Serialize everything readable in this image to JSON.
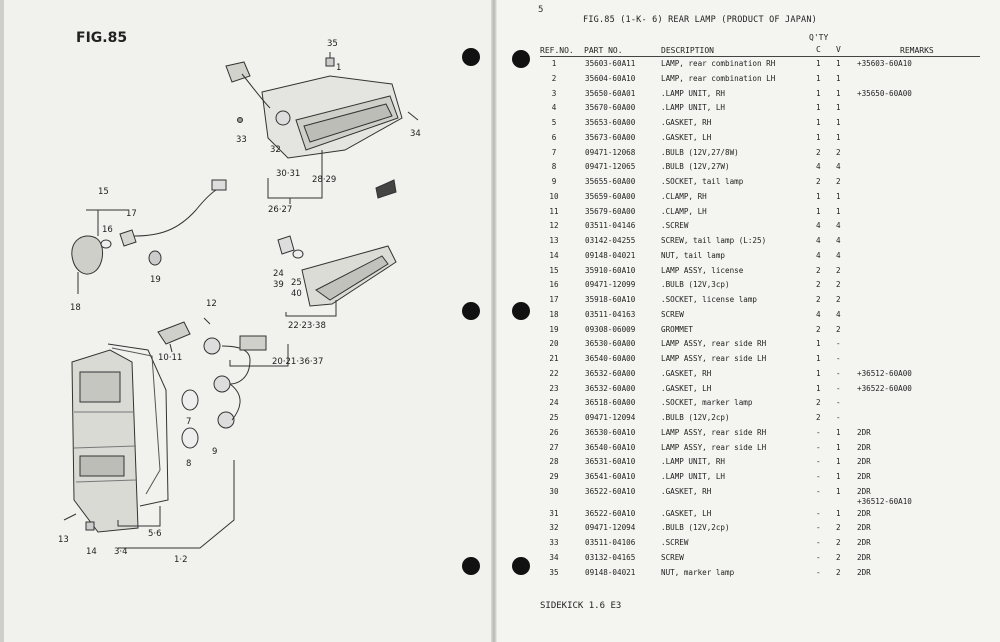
{
  "left_page": {
    "figure_label": "FIG.85",
    "callouts": [
      "35",
      "1",
      "33",
      "32",
      "30·31",
      "28·29",
      "34",
      "26·27",
      "15",
      "17",
      "16",
      "19",
      "18",
      "12",
      "24",
      "39",
      "25",
      "40",
      "22·23·38",
      "10·11",
      "20·21·36·37",
      "7",
      "9",
      "8",
      "13",
      "14",
      "3·4",
      "5·6",
      "1·2"
    ]
  },
  "right_page": {
    "page_number": "5",
    "title": "FIG.85 (1-K- 6) REAR LAMP (PRODUCT OF JAPAN)",
    "qty_label": "Q'TY",
    "qty_sub": [
      "C",
      "V"
    ],
    "columns": {
      "ref": "REF.NO.",
      "part": "PART NO.",
      "desc": "DESCRIPTION",
      "remarks": "REMARKS"
    },
    "rows": [
      {
        "ref": "1",
        "part": "35603-60A11",
        "desc": "LAMP, rear combination RH",
        "c": "1",
        "v": "1",
        "remarks": "+35603-60A10"
      },
      {
        "ref": "2",
        "part": "35604-60A10",
        "desc": "LAMP, rear combination LH",
        "c": "1",
        "v": "1",
        "remarks": ""
      },
      {
        "ref": "3",
        "part": "35650-60A01",
        "desc": ".LAMP UNIT, RH",
        "c": "1",
        "v": "1",
        "remarks": "+35650-60A00"
      },
      {
        "ref": "4",
        "part": "35670-60A00",
        "desc": ".LAMP UNIT, LH",
        "c": "1",
        "v": "1",
        "remarks": ""
      },
      {
        "ref": "5",
        "part": "35653-60A00",
        "desc": ".GASKET, RH",
        "c": "1",
        "v": "1",
        "remarks": ""
      },
      {
        "ref": "6",
        "part": "35673-60A00",
        "desc": ".GASKET, LH",
        "c": "1",
        "v": "1",
        "remarks": ""
      },
      {
        "ref": "7",
        "part": "09471-12068",
        "desc": ".BULB (12V,27/8W)",
        "c": "2",
        "v": "2",
        "remarks": ""
      },
      {
        "ref": "8",
        "part": "09471-12065",
        "desc": ".BULB (12V,27W)",
        "c": "4",
        "v": "4",
        "remarks": ""
      },
      {
        "ref": "9",
        "part": "35655-60A00",
        "desc": ".SOCKET, tail lamp",
        "c": "2",
        "v": "2",
        "remarks": ""
      },
      {
        "ref": "10",
        "part": "35659-60A00",
        "desc": ".CLAMP, RH",
        "c": "1",
        "v": "1",
        "remarks": ""
      },
      {
        "ref": "11",
        "part": "35679-60A00",
        "desc": ".CLAMP, LH",
        "c": "1",
        "v": "1",
        "remarks": ""
      },
      {
        "ref": "12",
        "part": "03511-04146",
        "desc": ".SCREW",
        "c": "4",
        "v": "4",
        "remarks": ""
      },
      {
        "ref": "13",
        "part": "03142-04255",
        "desc": "SCREW, tail lamp (L:25)",
        "c": "4",
        "v": "4",
        "remarks": ""
      },
      {
        "ref": "14",
        "part": "09148-04021",
        "desc": "NUT, tail lamp",
        "c": "4",
        "v": "4",
        "remarks": ""
      },
      {
        "ref": "15",
        "part": "35910-60A10",
        "desc": "LAMP ASSY, license",
        "c": "2",
        "v": "2",
        "remarks": ""
      },
      {
        "ref": "16",
        "part": "09471-12099",
        "desc": ".BULB (12V,3cp)",
        "c": "2",
        "v": "2",
        "remarks": ""
      },
      {
        "ref": "17",
        "part": "35918-60A10",
        "desc": ".SOCKET, license lamp",
        "c": "2",
        "v": "2",
        "remarks": ""
      },
      {
        "ref": "18",
        "part": "03511-04163",
        "desc": "SCREW",
        "c": "4",
        "v": "4",
        "remarks": ""
      },
      {
        "ref": "19",
        "part": "09308-06009",
        "desc": "GROMMET",
        "c": "2",
        "v": "2",
        "remarks": ""
      },
      {
        "ref": "20",
        "part": "36530-60A00",
        "desc": "LAMP ASSY, rear side RH",
        "c": "1",
        "v": "-",
        "remarks": ""
      },
      {
        "ref": "21",
        "part": "36540-60A00",
        "desc": "LAMP ASSY, rear side LH",
        "c": "1",
        "v": "-",
        "remarks": ""
      },
      {
        "ref": "22",
        "part": "36532-60A00",
        "desc": ".GASKET, RH",
        "c": "1",
        "v": "-",
        "remarks": "+36512-60A00"
      },
      {
        "ref": "23",
        "part": "36532-60A00",
        "desc": ".GASKET, LH",
        "c": "1",
        "v": "-",
        "remarks": "+36522-60A00"
      },
      {
        "ref": "24",
        "part": "36518-60A00",
        "desc": ".SOCKET, marker lamp",
        "c": "2",
        "v": "-",
        "remarks": ""
      },
      {
        "ref": "25",
        "part": "09471-12094",
        "desc": ".BULB (12V,2cp)",
        "c": "2",
        "v": "-",
        "remarks": ""
      },
      {
        "ref": "26",
        "part": "36530-60A10",
        "desc": "LAMP ASSY, rear side RH",
        "c": "-",
        "v": "1",
        "remarks": "2DR"
      },
      {
        "ref": "27",
        "part": "36540-60A10",
        "desc": "LAMP ASSY, rear side LH",
        "c": "-",
        "v": "1",
        "remarks": "2DR"
      },
      {
        "ref": "28",
        "part": "36531-60A10",
        "desc": ".LAMP UNIT, RH",
        "c": "-",
        "v": "1",
        "remarks": "2DR"
      },
      {
        "ref": "29",
        "part": "36541-60A10",
        "desc": ".LAMP UNIT, LH",
        "c": "-",
        "v": "1",
        "remarks": "2DR"
      },
      {
        "ref": "30",
        "part": "36522-60A10",
        "desc": ".GASKET, RH",
        "c": "-",
        "v": "1",
        "remarks": "2DR",
        "remarks2": "+36512-60A10"
      },
      {
        "ref": "31",
        "part": "36522-60A10",
        "desc": ".GASKET, LH",
        "c": "-",
        "v": "1",
        "remarks": "2DR"
      },
      {
        "ref": "32",
        "part": "09471-12094",
        "desc": ".BULB (12V,2cp)",
        "c": "-",
        "v": "2",
        "remarks": "2DR"
      },
      {
        "ref": "33",
        "part": "03511-04106",
        "desc": ".SCREW",
        "c": "-",
        "v": "2",
        "remarks": "2DR"
      },
      {
        "ref": "34",
        "part": "03132-04165",
        "desc": "SCREW",
        "c": "-",
        "v": "2",
        "remarks": "2DR"
      },
      {
        "ref": "35",
        "part": "09148-04021",
        "desc": "NUT, marker lamp",
        "c": "-",
        "v": "2",
        "remarks": "2DR"
      }
    ],
    "footer": "SIDEKICK 1.6 E3"
  },
  "colors": {
    "paper": "#f3f3f0",
    "ink": "#222222",
    "hole": "#111111",
    "background": "#3a3a3a"
  }
}
